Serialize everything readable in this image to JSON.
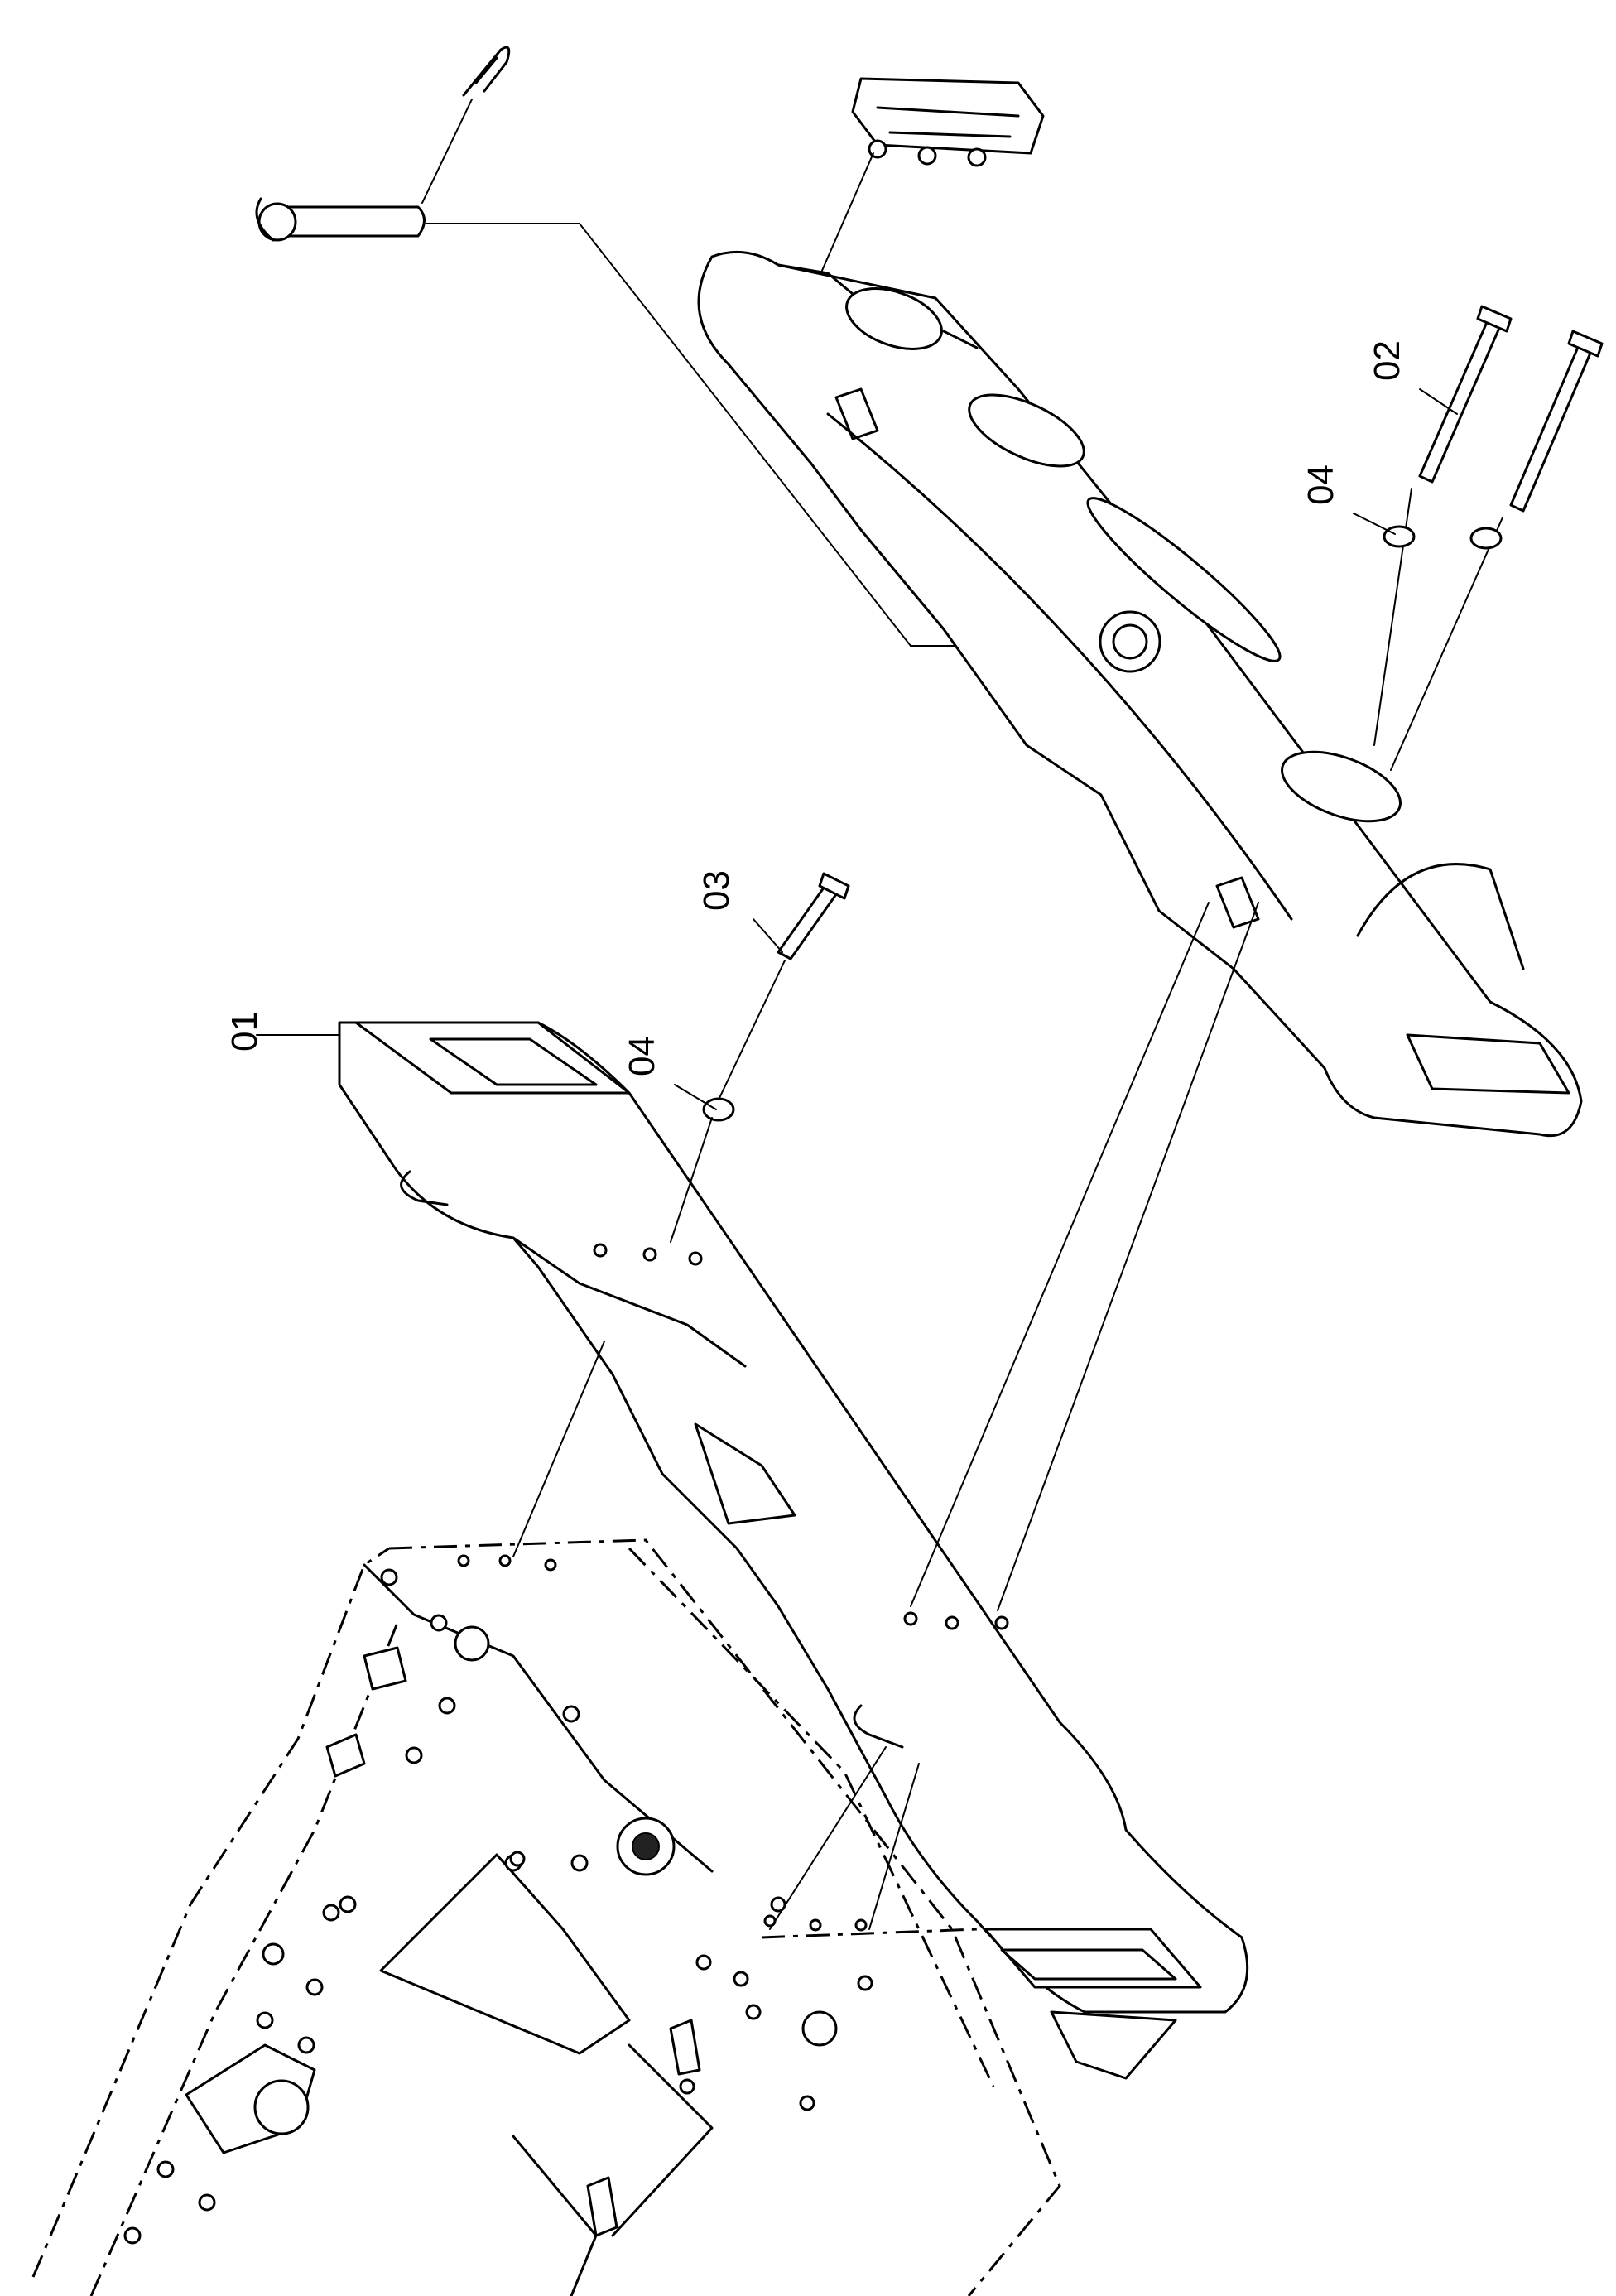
{
  "figure": {
    "type": "exploded-parts-diagram",
    "background": "#ffffff",
    "line_color": "#000000"
  },
  "callouts": {
    "c01": "01",
    "c02": "02",
    "c03": "03",
    "c04_a": "04",
    "c04_b": "04"
  }
}
